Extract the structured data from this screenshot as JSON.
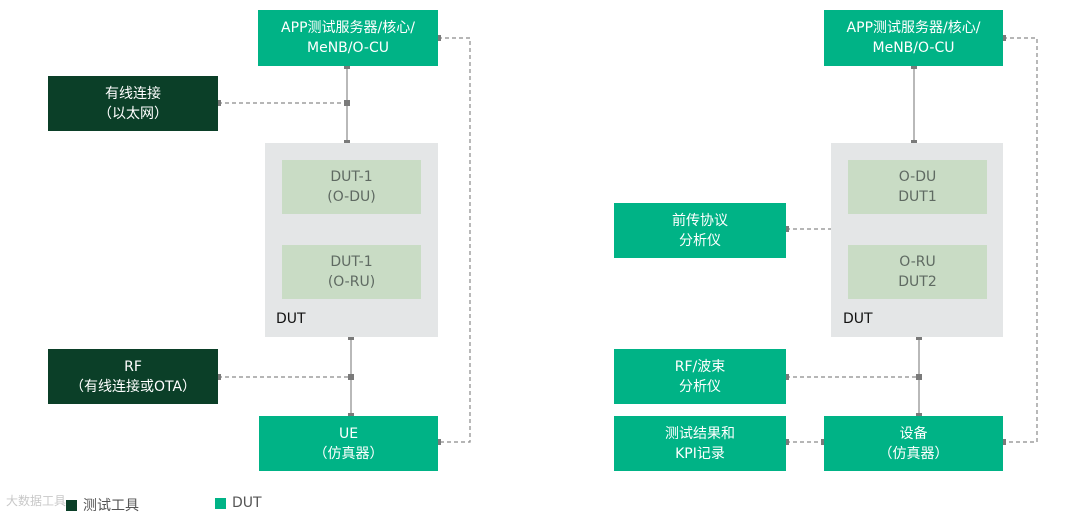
{
  "left": {
    "app_server": "APP测试服务器/核心/\nMeNB/O-CU",
    "wired": "有线连接\n（以太网）",
    "dut1": "DUT-1\n(O-DU)",
    "dut2": "DUT-1\n(O-RU)",
    "dut_label": "DUT",
    "rf": "RF\n（有线连接或OTA）",
    "ue": "UE\n（仿真器）"
  },
  "right": {
    "app_server": "APP测试服务器/核心/\nMeNB/O-CU",
    "fronthaul": "前传协议\n分析仪",
    "odu": "O-DU\nDUT1",
    "oru": "O-RU\nDUT2",
    "dut_label": "DUT",
    "rf_beam": "RF/波束\n分析仪",
    "results": "测试结果和\nKPI记录",
    "device": "设备\n（仿真器）"
  },
  "legend": {
    "tool": "测试工具",
    "dut": "DUT"
  },
  "colors": {
    "tool": "#0b3f28",
    "dut": "#00b386"
  },
  "watermark": "大数据工具"
}
